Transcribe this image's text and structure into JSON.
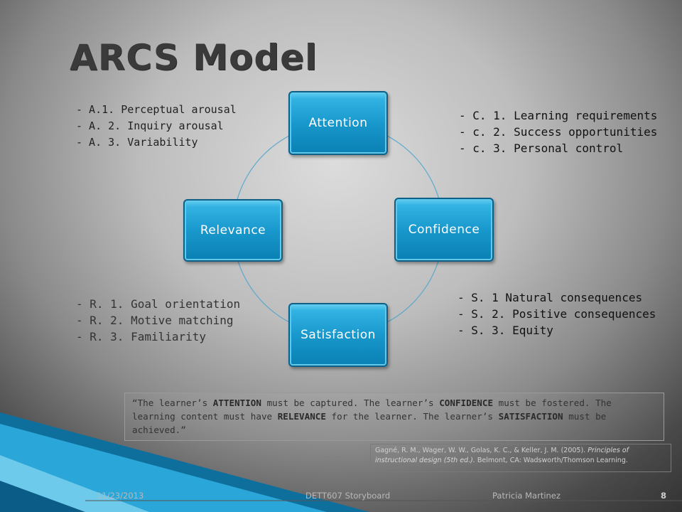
{
  "slide": {
    "title": "ARCS Model"
  },
  "diagram": {
    "attention": "Attention",
    "confidence": "Confidence",
    "satisfaction": "Satisfaction",
    "relevance": "Relevance"
  },
  "lists": {
    "attention": [
      "- A.1. Perceptual arousal",
      "- A. 2. Inquiry arousal",
      "- A. 3. Variability"
    ],
    "confidence": [
      "- C. 1. Learning requirements",
      "- c. 2. Success opportunities",
      "- c. 3. Personal control"
    ],
    "relevance": [
      "- R. 1. Goal orientation",
      "- R. 2. Motive matching",
      "- R. 3. Familiarity"
    ],
    "satisfaction": [
      "- S. 1 Natural consequences",
      "- S. 2. Positive consequences",
      "- S. 3. Equity"
    ]
  },
  "quote": {
    "p1": "“The learner’s ",
    "w1": "ATTENTION",
    "p2": " must be captured. The learner’s ",
    "w2": "CONFIDENCE",
    "p3": " must be fostered. The learning content must have ",
    "w3": "RELEVANCE",
    "p4": " for the learner. The learner’s ",
    "w4": "SATISFACTION",
    "p5": " must be achieved.”"
  },
  "citation": {
    "authors": "Gagné, R. M., Wager, W. W., Golas, K. C., & Keller, J. M. (2005). ",
    "book": "Principles of instructional design (5th ed.).",
    "publisher": " Belmont, CA: Wadsworth/Thomson Learning."
  },
  "footer": {
    "date": "11/23/2013",
    "center": "DETT607 Storyboard",
    "author": "Patricia Martinez",
    "page": "8"
  },
  "colors": {
    "box_blue": "#1898cc",
    "title_gray": "#3a3a3a",
    "ring": "#4aa3cc",
    "deco_blue": "#1a8fc4"
  }
}
